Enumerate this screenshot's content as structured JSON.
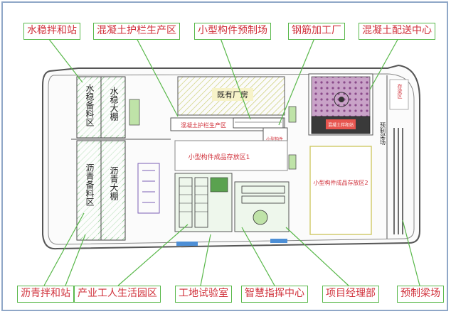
{
  "labels": {
    "water_mix_station": "水稳拌和站",
    "guardrail_zone": "混凝土护栏生产区",
    "small_parts_yard": "小型构件预制场",
    "rebar_factory": "钢筋加工厂",
    "concrete_center": "混凝土配送中心",
    "asphalt_mix_station": "沥青拌和站",
    "worker_living": "产业工人生活园区",
    "site_lab": "工地试验室",
    "command_center": "智慧指挥中心",
    "manager_dept": "项目经理部",
    "beam_yard": "预制梁场"
  },
  "map": {
    "water_stock": "水稳备料区",
    "water_shed": "水稳大棚",
    "asphalt_stock": "沥青备料区",
    "asphalt_shed": "沥青大棚",
    "existing_plant": "既有厂房",
    "guardrail_inner": "混凝土护栏生产区",
    "small_parts_inner": "小型构件生产区",
    "storage_1": "小型构件成品存放区1",
    "storage_2": "小型构件成品存放区2",
    "beam_yard_inner": "预制梁场",
    "beam_zone": "存梁区",
    "concrete_inner": "混凝土拌和站"
  },
  "colors": {
    "label_text": "#d0303a",
    "label_border": "#59b84a",
    "leader": "#59b84a",
    "outline": "#333333"
  }
}
